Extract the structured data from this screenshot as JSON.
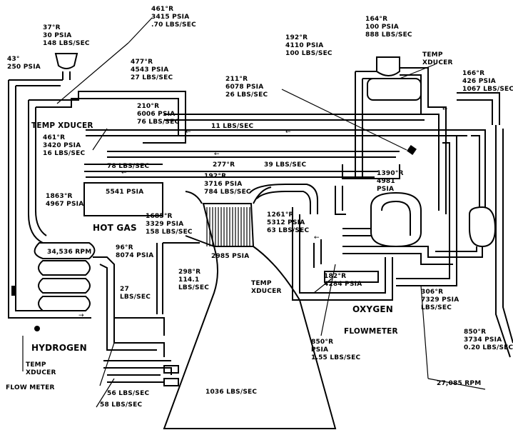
{
  "labels": {
    "h2_tank": [
      "43°",
      "250 PSIA"
    ],
    "h2_inlet": [
      "37°R",
      "30 PSIA",
      "148 LBS/SEC"
    ],
    "hpfp_disch": [
      "461°R",
      "3415 PSIA",
      ".70 LBS/SEC"
    ],
    "h2_477": [
      "477°R",
      "4543 PSIA",
      "27 LBS/SEC"
    ],
    "h2_210": [
      "210°R",
      "6006 PSIA",
      "76 LBS/SEC"
    ],
    "temp_xducer_top": "TEMP XDUCER",
    "h2_461b": [
      "461°R",
      "3420 PSIA",
      "16 LBS/SEC"
    ],
    "flow_11": "11 LBS/SEC",
    "flow_78": "78 LBS/SEC",
    "ox_277": "277°R",
    "flow_39": "39 LBS/SEC",
    "ox_211": [
      "211°R",
      "6078 PSIA",
      "26 LBS/SEC"
    ],
    "ox_192a": [
      "192°R",
      "4110 PSIA",
      "100 LBS/SEC"
    ],
    "ox_164": [
      "164°R",
      "100 PSIA",
      "888 LBS/SEC"
    ],
    "temp_xducer_tr": [
      "TEMP",
      "XDUCER"
    ],
    "ox_166": [
      "166°R",
      "426 PSIA",
      "1067 LBS/SEC"
    ],
    "h2_1863": [
      "1863°R",
      "4967 PSIA"
    ],
    "pb_5541": "5541 PSIA",
    "ox_192b": [
      "192°R",
      "3716 PSIA",
      "784 LBS/SEC"
    ],
    "ox_1390": [
      "1390°R",
      "4981",
      "PSIA"
    ],
    "hot_gas": "HOT GAS",
    "hg_1685": [
      "1685°R",
      "3329 PSIA",
      "158 LBS/SEC"
    ],
    "hg_1261": [
      "1261°R",
      "5312 PSIA",
      "63 LBS/SEC"
    ],
    "rpm_hpfp": "34,536 RPM",
    "h2_96": [
      "96°R",
      "8074 PSIA"
    ],
    "chamber": "2985 PSIA",
    "h2_298": [
      "298°R",
      "114.1",
      "LBS/SEC"
    ],
    "flow_27": [
      "27",
      "LBS/SEC"
    ],
    "temp_xducer_mid": [
      "TEMP",
      "XDUCER"
    ],
    "ox_182": [
      "182°R",
      "4284 PSIA"
    ],
    "oxygen": "OXYGEN",
    "ox_306": [
      "306°R",
      "7329 PSIA",
      "LBS/SEC"
    ],
    "flowmeter_ox": "FLOWMETER",
    "hydrogen": "HYDROGEN",
    "ox_850a": [
      "850°R",
      "PSIA",
      "1.55 LBS/SEC"
    ],
    "ox_850b": [
      "850°R",
      "3734 PSIA",
      "0.20 LBS/SEC"
    ],
    "temp_xducer_bl": [
      "TEMP",
      "XDUCER"
    ],
    "flowmeter_h2": "FLOW METER",
    "flow_56": "56 LBS/SEC",
    "flow_58": "58 LBS/SEC",
    "nozzle_flow": "1036 LBS/SEC",
    "rpm_hpop": "27,085 RPM"
  }
}
